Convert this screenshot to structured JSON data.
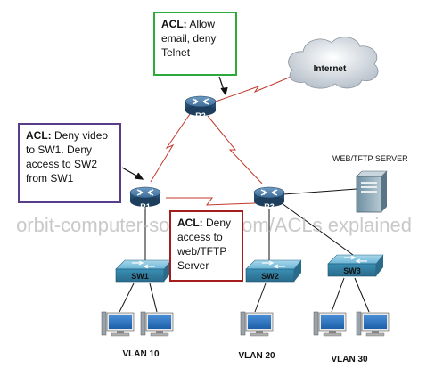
{
  "cloud": {
    "label": "Internet"
  },
  "routers": {
    "r1": "R1",
    "r2": "R2",
    "r3": "R3"
  },
  "switches": {
    "sw1": "SW1",
    "sw2": "SW2",
    "sw3": "SW3"
  },
  "server": {
    "label": "WEB/TFTP SERVER"
  },
  "vlans": {
    "v10": "VLAN 10",
    "v20": "VLAN 20",
    "v30": "VLAN 30"
  },
  "watermark": "orbit-computer-solutions.com/ACLs explained",
  "acls": {
    "r2": {
      "title": "ACL:",
      "text": " Allow email, deny Telnet"
    },
    "r1": {
      "title": "ACL:",
      "text": " Deny video to SW1. Deny access to SW2 from SW1"
    },
    "r3": {
      "title": "ACL:",
      "text": " Deny access to web/TFTP Server"
    }
  },
  "colors": {
    "serial_link": "#c0392b",
    "ethernet_link": "#111111",
    "router": "#2f5f8a",
    "switch": "#3a8fb5",
    "acl_r2_border": "#2eaa3a",
    "acl_r1_border": "#5a3d8a",
    "acl_r3_border": "#a51c1c"
  }
}
